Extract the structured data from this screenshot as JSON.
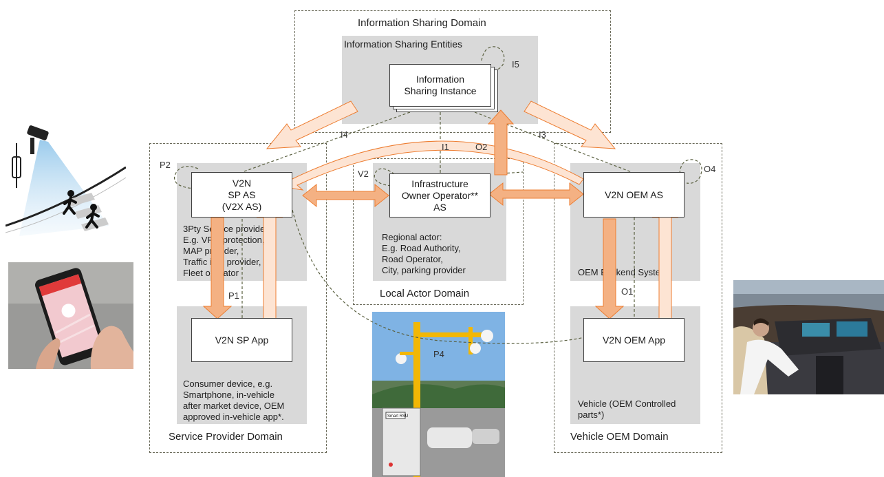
{
  "domains": {
    "information_sharing": "Information Sharing Domain",
    "information_sharing_entities": "Information Sharing Entities",
    "service_provider": "Service Provider Domain",
    "local_actor": "Local Actor Domain",
    "vehicle_oem": "Vehicle OEM Domain"
  },
  "boxes": {
    "info_instance": "Information\nSharing Instance",
    "v2n_sp_as": "V2N\nSP AS\n(V2X AS)",
    "infra_owner": "Infrastructure\nOwner Operator**\nAS",
    "v2n_oem_as": "V2N OEM AS",
    "v2n_sp_app": "V2N SP App",
    "v2n_oem_app": "V2N OEM App"
  },
  "descriptions": {
    "sp_as_desc": "3Pty Service provider:\nE.g. VRU protection,\nMAP provider,\nTraffic info provider,\nFleet operator",
    "regional_actor": "Regional actor:\nE.g. Road Authority,\nRoad Operator,\nCity, parking provider",
    "oem_backend": "OEM Backend System",
    "consumer_device": "Consumer device, e.g.\nSmartphone, in-vehicle\nafter market device, OEM\napproved in-vehicle app*.",
    "vehicle_parts": "Vehicle (OEM Controlled\nparts*)"
  },
  "interfaces": {
    "i1": "I1",
    "i3": "I3",
    "i4": "I4",
    "i5": "I5",
    "o1": "O1",
    "o2": "O2",
    "o4": "O4",
    "p1": "P1",
    "p2": "P2",
    "p4": "P4",
    "v2": "V2"
  },
  "photos": {
    "phone_screen_label": "Smart RSU"
  },
  "colors": {
    "arrow_fill": "#f4b183",
    "arrow_stroke": "#ed7d31",
    "arrow_light_fill": "#fde4d3",
    "gray_area": "#d9d9d9",
    "dashed_line": "#5a6040"
  }
}
